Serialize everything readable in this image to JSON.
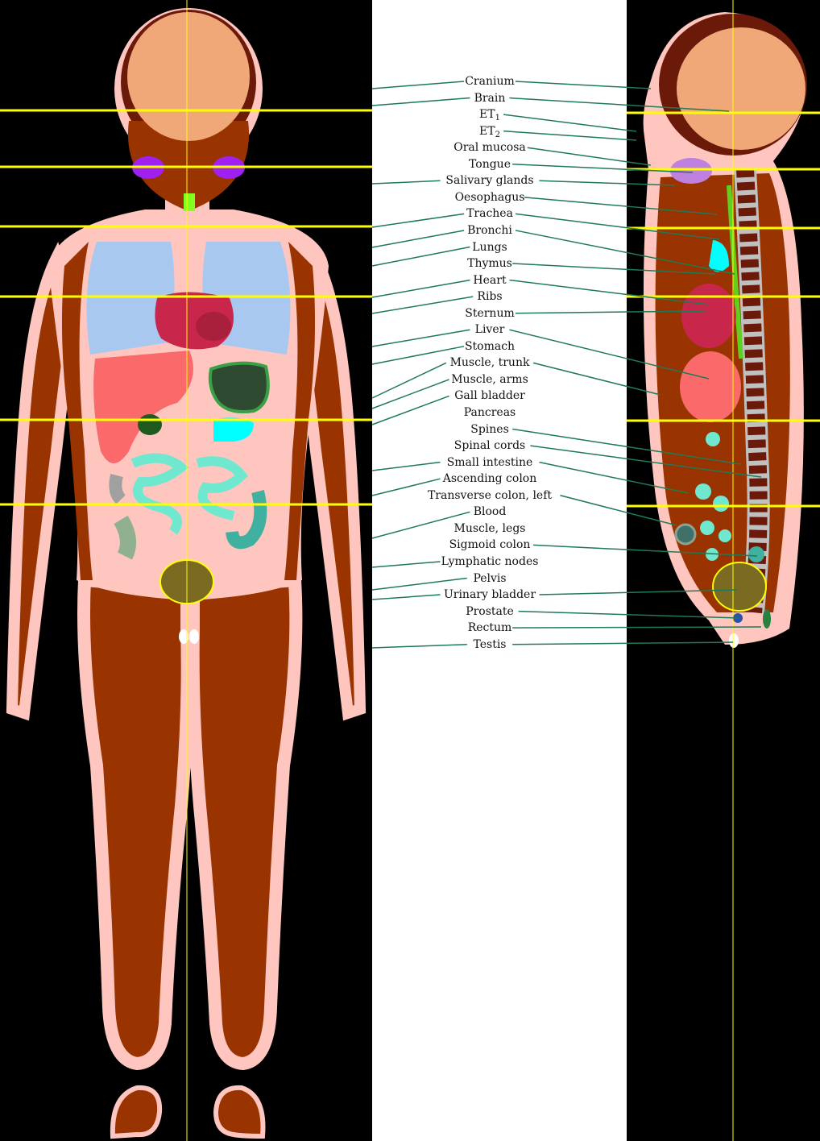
{
  "labels": [
    {
      "text": "Cranium"
    },
    {
      "text": "Brain"
    },
    {
      "text": "ET",
      "sub": "1"
    },
    {
      "text": "ET",
      "sub": "2"
    },
    {
      "text": "Oral mucosa"
    },
    {
      "text": "Tongue"
    },
    {
      "text": "Salivary glands"
    },
    {
      "text": "Oesophagus"
    },
    {
      "text": "Trachea"
    },
    {
      "text": "Bronchi"
    },
    {
      "text": "Lungs"
    },
    {
      "text": "Thymus"
    },
    {
      "text": "Heart"
    },
    {
      "text": "Ribs"
    },
    {
      "text": "Sternum"
    },
    {
      "text": "Liver"
    },
    {
      "text": "Stomach"
    },
    {
      "text": "Muscle, trunk"
    },
    {
      "text": "Muscle, arms"
    },
    {
      "text": "Gall bladder"
    },
    {
      "text": "Pancreas"
    },
    {
      "text": "Spines"
    },
    {
      "text": "Spinal cords"
    },
    {
      "text": "Small intestine"
    },
    {
      "text": "Ascending colon"
    },
    {
      "text": "Transverse colon, left"
    },
    {
      "text": "Blood"
    },
    {
      "text": "Muscle, legs"
    },
    {
      "text": "Sigmoid colon"
    },
    {
      "text": "Lymphatic nodes"
    },
    {
      "text": "Pelvis"
    },
    {
      "text": "Urinary bladder"
    },
    {
      "text": "Prostate"
    },
    {
      "text": "Rectum"
    },
    {
      "text": "Testis"
    }
  ],
  "colors": {
    "background": "#000000",
    "skin": "#ffc6c0",
    "muscle": "#993300",
    "bone": "#6b1a0a",
    "brain": "#f0a878",
    "lung": "#a9c8ef",
    "heart": "#c8264a",
    "liver": "#fa6a6a",
    "stomach": "#2e4a30",
    "pancreas": "#00ffff",
    "intestine": "#70e8d0",
    "bladder": "#7a6a22",
    "salivary": "#a020f0",
    "trachea": "#80ff20",
    "leader": "#1f7a55",
    "guide": "#ffff00"
  }
}
